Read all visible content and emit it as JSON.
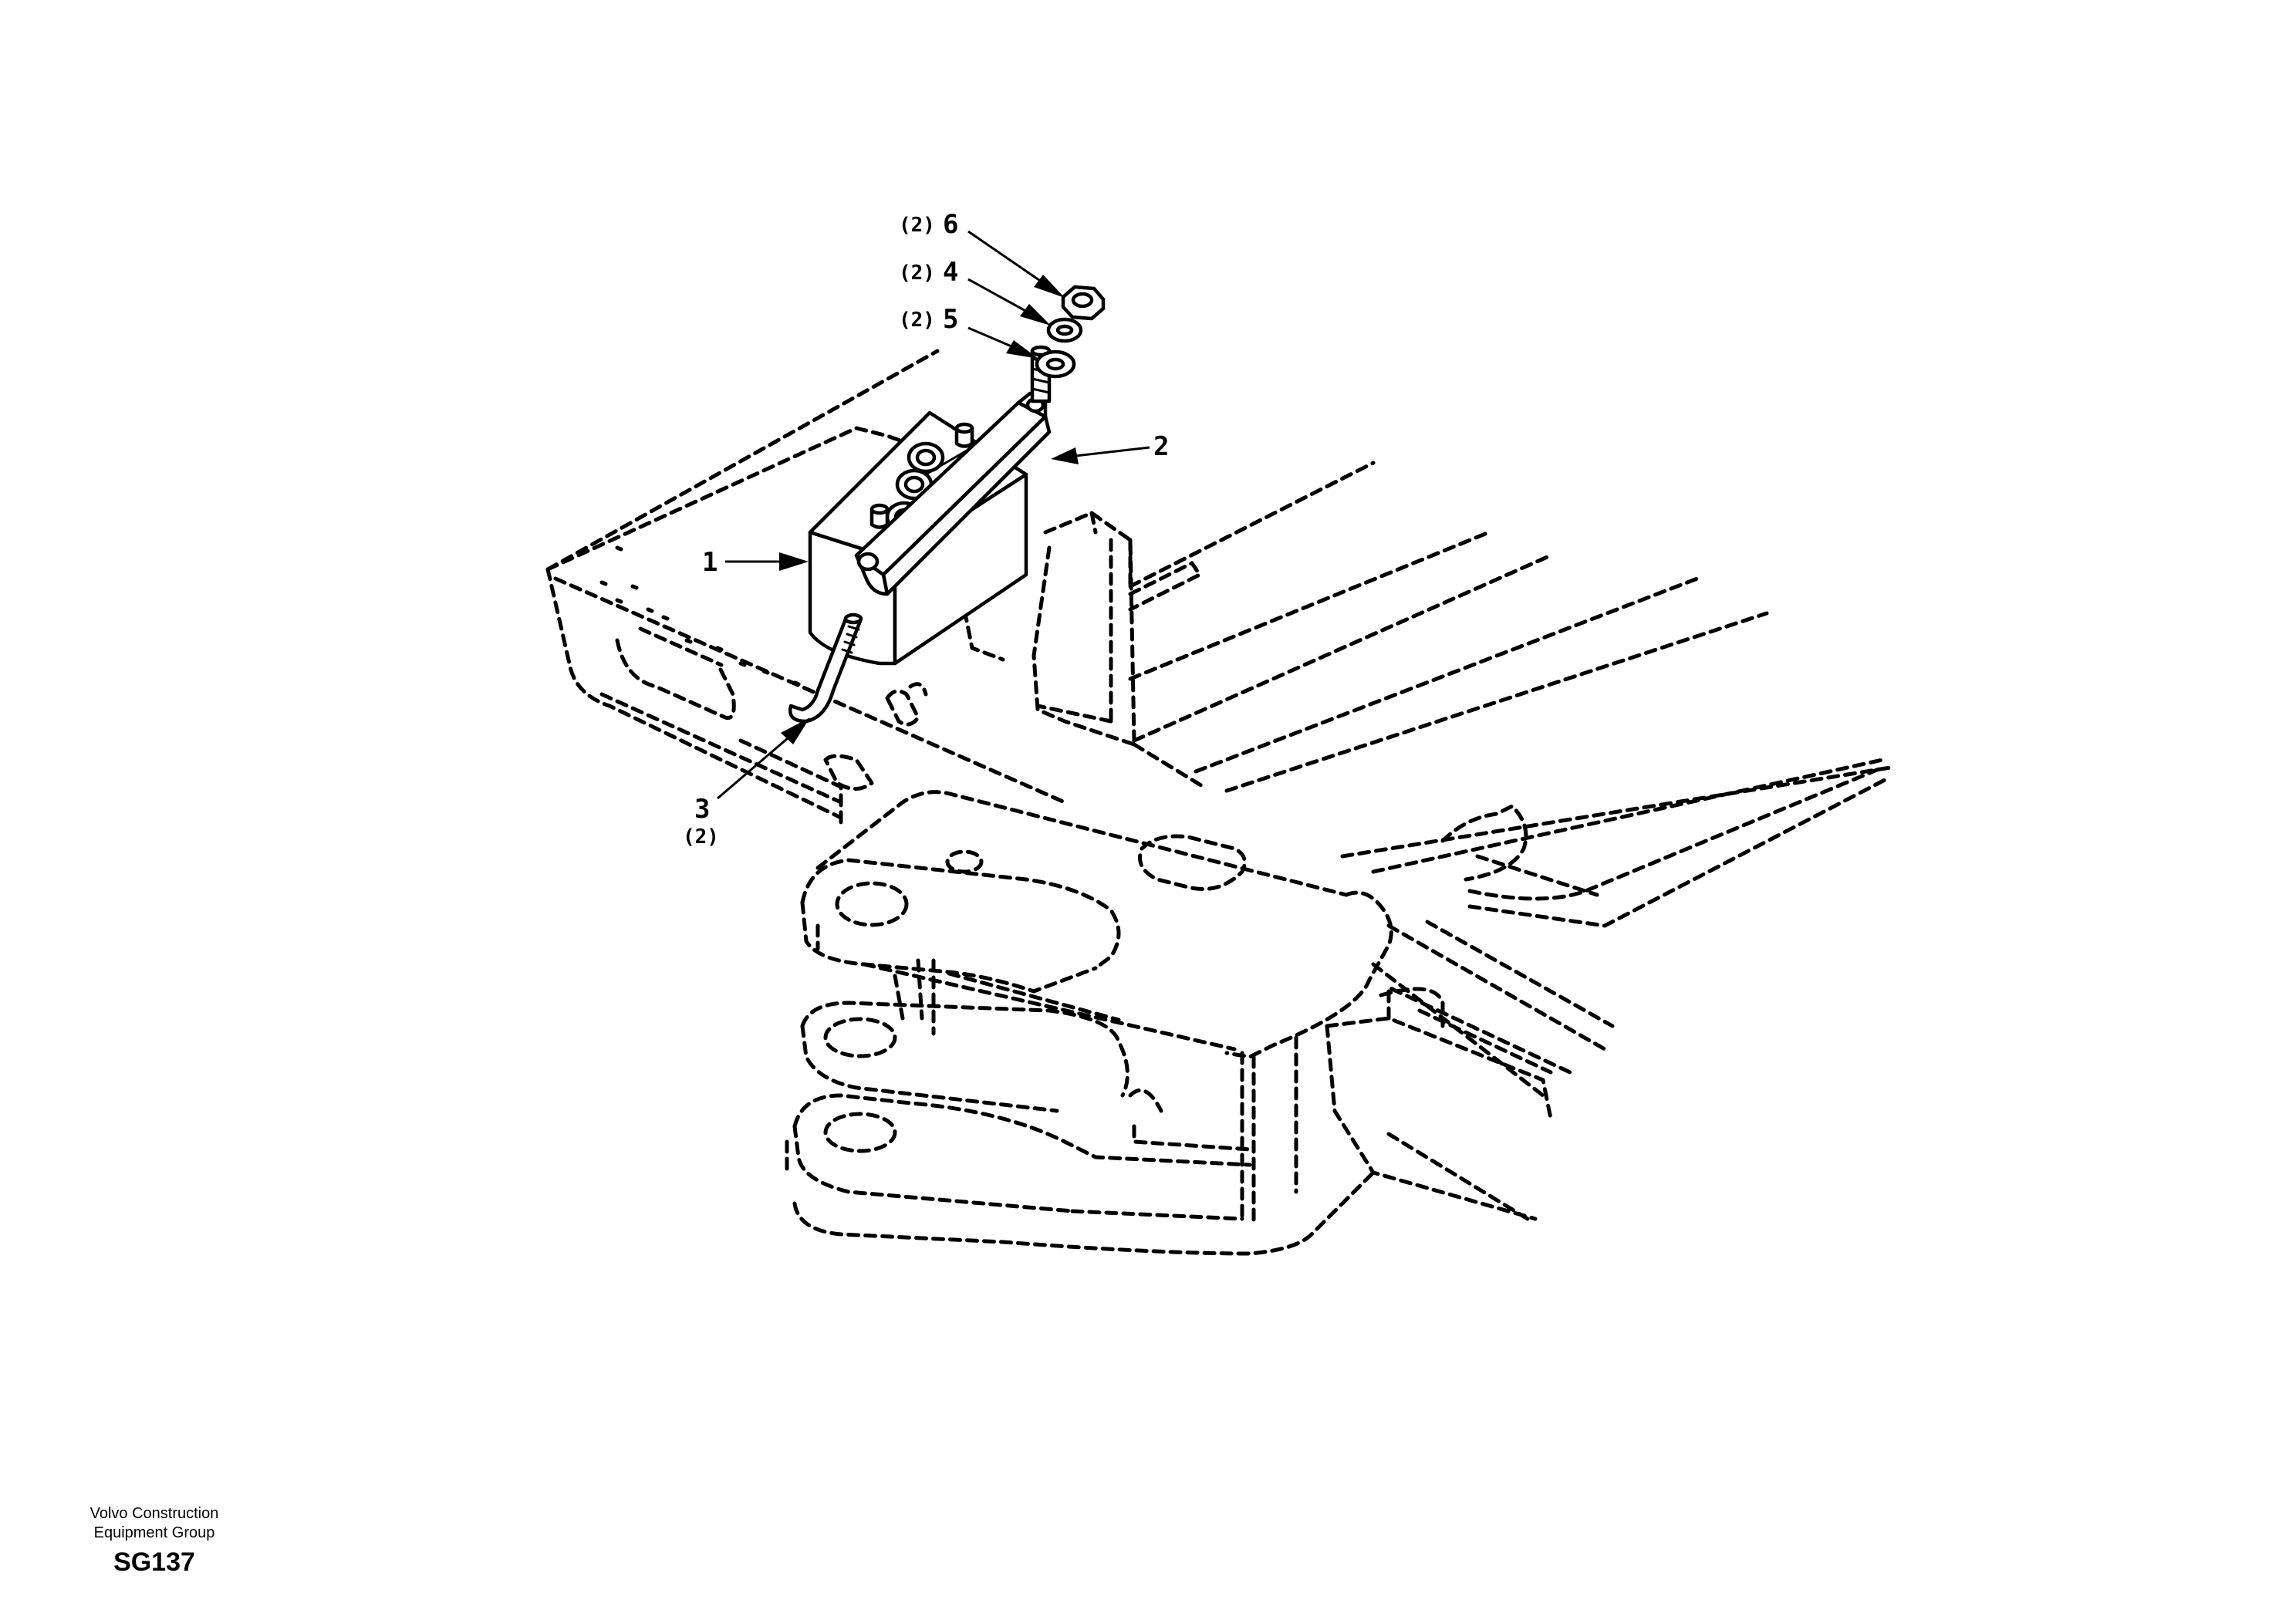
{
  "callouts": {
    "c6": {
      "qty": "(2)",
      "num": "6"
    },
    "c4": {
      "qty": "(2)",
      "num": "4"
    },
    "c5": {
      "qty": "(2)",
      "num": "5"
    },
    "c2": {
      "num": "2"
    },
    "c1": {
      "num": "1"
    },
    "c3": {
      "num": "3",
      "qty": "(2)"
    }
  },
  "title_block": {
    "company_line1": "Volvo Construction",
    "company_line2": "Equipment Group",
    "drawing_code": "SG137"
  }
}
